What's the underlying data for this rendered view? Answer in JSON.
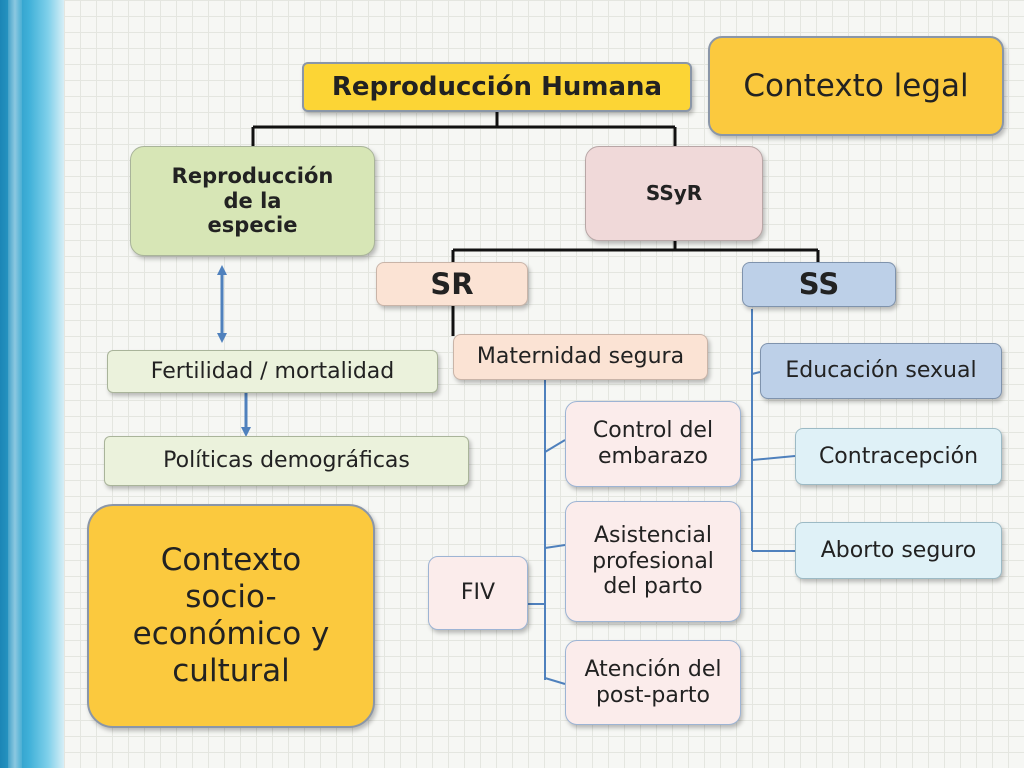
{
  "nodes": {
    "root": "Reproducción Humana",
    "legal": "Contexto legal",
    "especie": "Reproducción\nde la\nespecie",
    "ssyr": "SSyR",
    "sr": "SR",
    "ss": "SS",
    "fertilidad": "Fertilidad / mortalidad",
    "politicas": "Políticas demográficas",
    "maternidad": "Maternidad segura",
    "control": "Control del\nembarazo",
    "asistencia": "Asistencial\nprofesional\ndel parto",
    "atencion": "Atención del\npost-parto",
    "fiv": "FIV",
    "educacion": "Educación sexual",
    "contracepcion": "Contracepción",
    "aborto": "Aborto seguro",
    "socio": "Contexto\nsocio-\neconómico y\ncultural"
  },
  "colors": {
    "tree_line": "#111111",
    "bracket_line": "#4f81bd",
    "arrow": "#4f81bd"
  }
}
